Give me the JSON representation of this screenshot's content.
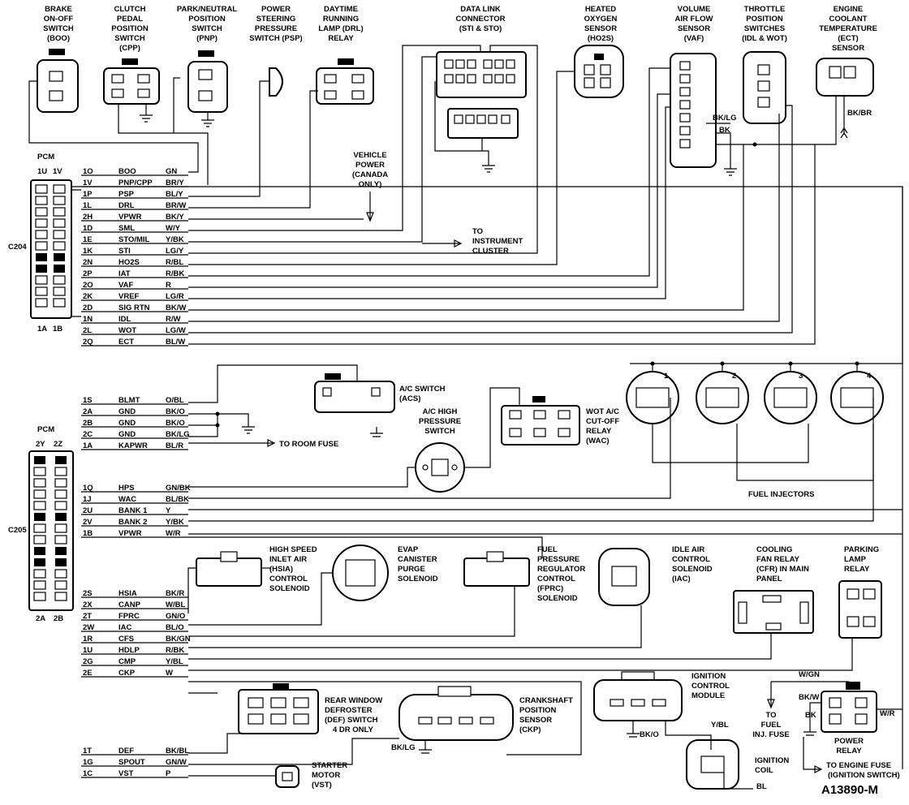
{
  "doc_id": "A13890-M",
  "components": {
    "boo": [
      "BRAKE",
      "ON-OFF",
      "SWITCH",
      "(BOO)"
    ],
    "cpp": [
      "CLUTCH",
      "PEDAL",
      "POSITION",
      "SWITCH",
      "(CPP)"
    ],
    "pnp": [
      "PARK/NEUTRAL",
      "POSITION",
      "SWITCH",
      "(PNP)"
    ],
    "psp": [
      "POWER",
      "STEERING",
      "PRESSURE",
      "SWITCH (PSP)"
    ],
    "drl": [
      "DAYTIME",
      "RUNNING",
      "LAMP (DRL)",
      "RELAY"
    ],
    "dlc": [
      "DATA LINK",
      "CONNECTOR",
      "(STI & STO)"
    ],
    "ho2s": [
      "HEATED",
      "OXYGEN",
      "SENSOR",
      "(HO2S)"
    ],
    "vaf": [
      "VOLUME",
      "AIR FLOW",
      "SENSOR",
      "(VAF)"
    ],
    "tps": [
      "THROTTLE",
      "POSITION",
      "SWITCHES",
      "(IDL & WOT)"
    ],
    "ect": [
      "ENGINE",
      "COOLANT",
      "TEMPERATURE",
      "(ECT)",
      "SENSOR"
    ],
    "vehicle_power": [
      "VEHICLE",
      "POWER",
      "(CANADA",
      "ONLY)"
    ],
    "to_cluster": [
      "TO",
      "INSTRUMENT",
      "CLUSTER"
    ],
    "acs": [
      "A/C SWITCH",
      "(ACS)"
    ],
    "ac_high": [
      "A/C HIGH",
      "PRESSURE",
      "SWITCH"
    ],
    "wac": [
      "WOT A/C",
      "CUT-OFF",
      "RELAY",
      "(WAC)"
    ],
    "to_room_fuse": "TO ROOM FUSE",
    "fuel_injectors": "FUEL INJECTORS",
    "injector_numbers": [
      "1",
      "2",
      "3",
      "4"
    ],
    "hsia": [
      "HIGH SPEED",
      "INLET AIR",
      "(HSIA)",
      "CONTROL",
      "SOLENOID"
    ],
    "evap": [
      "EVAP",
      "CANISTER",
      "PURGE",
      "SOLENOID"
    ],
    "fprc": [
      "FUEL",
      "PRESSURE",
      "REGULATOR",
      "CONTROL",
      "(FPRC)",
      "SOLENOID"
    ],
    "iac": [
      "IDLE AIR",
      "CONTROL",
      "SOLENOID",
      "(IAC)"
    ],
    "cfr": [
      "COOLING",
      "FAN RELAY",
      "(CFR) IN MAIN",
      "PANEL"
    ],
    "parking": [
      "PARKING",
      "LAMP",
      "RELAY"
    ],
    "icm": [
      "IGNITION",
      "CONTROL",
      "MODULE"
    ],
    "def": [
      "REAR WINDOW",
      "DEFROSTER",
      "(DEF) SWITCH",
      "4 DR ONLY"
    ],
    "ckp": [
      "CRANKSHAFT",
      "POSITION",
      "SENSOR",
      "(CKP)"
    ],
    "to_fuel_fuse": [
      "TO",
      "FUEL",
      "INJ. FUSE"
    ],
    "power_relay": [
      "POWER",
      "RELAY"
    ],
    "to_engine_fuse": [
      "TO ENGINE FUSE",
      "(IGNITION SWITCH)"
    ],
    "ignition_coil": [
      "IGNITION",
      "COIL"
    ],
    "starter": [
      "STARTER",
      "MOTOR",
      "(VST)"
    ]
  },
  "misc_labels": {
    "bk_lg_vaf": "BK/LG",
    "bk_vaf": "BK",
    "bk_br_ect": "BK/BR",
    "bk_lg_ckp": "BK/LG",
    "bk_o_icm": "BK/O",
    "y_bl_coil": "Y/BL",
    "bl_coil": "BL",
    "w_gn_relay": "W/GN",
    "bk_w_relay": "BK/W",
    "bk_relay": "BK",
    "w_r_relay": "W/R"
  },
  "pcm_c204": {
    "title": "PCM",
    "connector": "C204",
    "top_pins": [
      "1U",
      "1V"
    ],
    "bottom_pins": [
      "1A",
      "1B"
    ],
    "rows": [
      {
        "pin": "1O",
        "circuit": "BOO",
        "color": "GN"
      },
      {
        "pin": "1V",
        "circuit": "PNP/CPP",
        "color": "BR/Y"
      },
      {
        "pin": "1P",
        "circuit": "PSP",
        "color": "BL/Y"
      },
      {
        "pin": "1L",
        "circuit": "DRL",
        "color": "BR/W"
      },
      {
        "pin": "2H",
        "circuit": "VPWR",
        "color": "BK/Y"
      },
      {
        "pin": "1D",
        "circuit": "SML",
        "color": "W/Y"
      },
      {
        "pin": "1E",
        "circuit": "STO/MIL",
        "color": "Y/BK"
      },
      {
        "pin": "1K",
        "circuit": "STI",
        "color": "LG/Y"
      },
      {
        "pin": "2N",
        "circuit": "HO2S",
        "color": "R/BL"
      },
      {
        "pin": "2P",
        "circuit": "IAT",
        "color": "R/BK"
      },
      {
        "pin": "2O",
        "circuit": "VAF",
        "color": "R"
      },
      {
        "pin": "2K",
        "circuit": "VREF",
        "color": "LG/R"
      },
      {
        "pin": "2D",
        "circuit": "SIG RTN",
        "color": "BK/W"
      },
      {
        "pin": "1N",
        "circuit": "IDL",
        "color": "R/W"
      },
      {
        "pin": "2L",
        "circuit": "WOT",
        "color": "LG/W"
      },
      {
        "pin": "2Q",
        "circuit": "ECT",
        "color": "BL/W"
      }
    ]
  },
  "pcm_c205": {
    "title": "PCM",
    "connector": "C205",
    "top_pins": [
      "2Y",
      "2Z"
    ],
    "bottom_pins": [
      "2A",
      "2B"
    ],
    "rows": [
      {
        "pin": "1S",
        "circuit": "BLMT",
        "color": "O/BL"
      },
      {
        "pin": "2A",
        "circuit": "GND",
        "color": "BK/O"
      },
      {
        "pin": "2B",
        "circuit": "GND",
        "color": "BK/O"
      },
      {
        "pin": "2C",
        "circuit": "GND",
        "color": "BK/LG"
      },
      {
        "pin": "1A",
        "circuit": "KAPWR",
        "color": "BL/R"
      },
      {
        "pin": "1Q",
        "circuit": "HPS",
        "color": "GN/BK"
      },
      {
        "pin": "1J",
        "circuit": "WAC",
        "color": "BL/BK"
      },
      {
        "pin": "2U",
        "circuit": "BANK 1",
        "color": "Y"
      },
      {
        "pin": "2V",
        "circuit": "BANK 2",
        "color": "Y/BK"
      },
      {
        "pin": "1B",
        "circuit": "VPWR",
        "color": "W/R"
      },
      {
        "pin": "2S",
        "circuit": "HSIA",
        "color": "BK/R"
      },
      {
        "pin": "2X",
        "circuit": "CANP",
        "color": "W/BL"
      },
      {
        "pin": "2T",
        "circuit": "FPRC",
        "color": "GN/O"
      },
      {
        "pin": "2W",
        "circuit": "IAC",
        "color": "BL/O"
      },
      {
        "pin": "1R",
        "circuit": "CFS",
        "color": "BK/GN"
      },
      {
        "pin": "1U",
        "circuit": "HDLP",
        "color": "R/BK"
      },
      {
        "pin": "2G",
        "circuit": "CMP",
        "color": "Y/BL"
      },
      {
        "pin": "2E",
        "circuit": "CKP",
        "color": "W"
      },
      {
        "pin": "1T",
        "circuit": "DEF",
        "color": "BK/BL"
      },
      {
        "pin": "1G",
        "circuit": "SPOUT",
        "color": "GN/W"
      },
      {
        "pin": "1C",
        "circuit": "VST",
        "color": "P"
      }
    ]
  }
}
